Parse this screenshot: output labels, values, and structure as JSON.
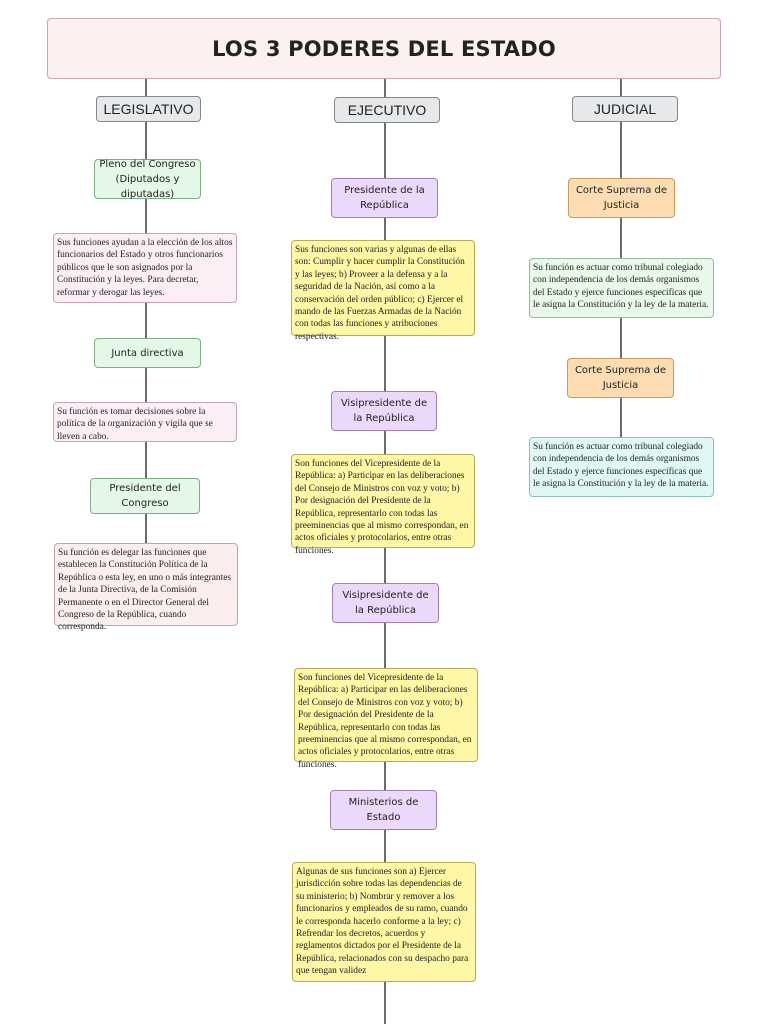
{
  "title": "LOS 3 PODERES DEL ESTADO",
  "branches": {
    "legislativo": {
      "label": "LEGISLATIVO",
      "nodes": [
        {
          "label": "Pleno del Congreso (Diputados y diputadas)",
          "desc": "Sus funciones ayudan a la elección de los altos funcionarios del Estado y otros funcionarios públicos que le son asignados por la Constitución y la leyes. Para decretar, reformar y derogar las leyes."
        },
        {
          "label": "Junta directiva",
          "desc": "Su función es tomar decisiones sobre la política de la organización y vigila que se lleven a cabo."
        },
        {
          "label": "Presidente del Congreso",
          "desc": "Su función es delegar las funciones que establecen la Constitución Política de la República o esta ley, en uno o más integrantes de la Junta Directiva, de la Comisión Permanente o en el Director General del Congreso de la República, cuando corresponda."
        }
      ]
    },
    "ejecutivo": {
      "label": "EJECUTIVO",
      "nodes": [
        {
          "label": "Presidente de la República",
          "desc": "Sus funciones son varias y algunas de ellas son: Cumplir y hacer cumplir la Constitución y las leyes; b) Proveer a la defensa y a la seguridad de la Nación, así como a la conservación del orden público; c) Ejercer el mando de las Fuerzas Armadas de la Nación con todas las funciones y atribuciones respectivas."
        },
        {
          "label": "Visipresidente de la República",
          "desc": "Son funciones del Vicepresidente de la República: a) Participar en las deliberaciones del Consejo de Ministros con voz y voto; b) Por designación del Presidente de la República, representarlo con todas las preeminencias que al mismo correspondan, en actos oficiales y protocolarios, entre otras funciones."
        },
        {
          "label": "Visipresidente de la República",
          "desc": "Son funciones del Vicepresidente de la República: a) Participar en las deliberaciones del Consejo de Ministros con voz y voto; b) Por designación del Presidente de la República, representarlo con todas las preeminencias que al mismo correspondan, en actos oficiales y protocolarios, entre otras funciones."
        },
        {
          "label": "Ministerios de Estado",
          "desc": "Algunas de sus funciones son a) Ejercer jurisdicción sobre todas las dependencias de su ministerio; b) Nombrar y remover a los funcionarios y empleados de su ramo, cuando le corresponda hacerlo conforme a la ley; c) Refrendar los decretos, acuerdos y reglamentos dictados por el Presidente de la República, relacionados con su despacho para que tengan validez"
        }
      ]
    },
    "judicial": {
      "label": "JUDICIAL",
      "nodes": [
        {
          "label": "Corte Suprema de Justicia",
          "desc": "Su función es actuar como tribunal colegiado con independencia de los demás organismos del Estado y ejerce funciones específicas que le asigna la Constitución y la ley de la materia."
        },
        {
          "label": "Corte Suprema de Justicia",
          "desc": "Su función es actuar como tribunal colegiado con independencia de los demás organismos del Estado y ejerce funciones específicas que le asigna la Constitución y la ley de la materia."
        }
      ]
    }
  }
}
